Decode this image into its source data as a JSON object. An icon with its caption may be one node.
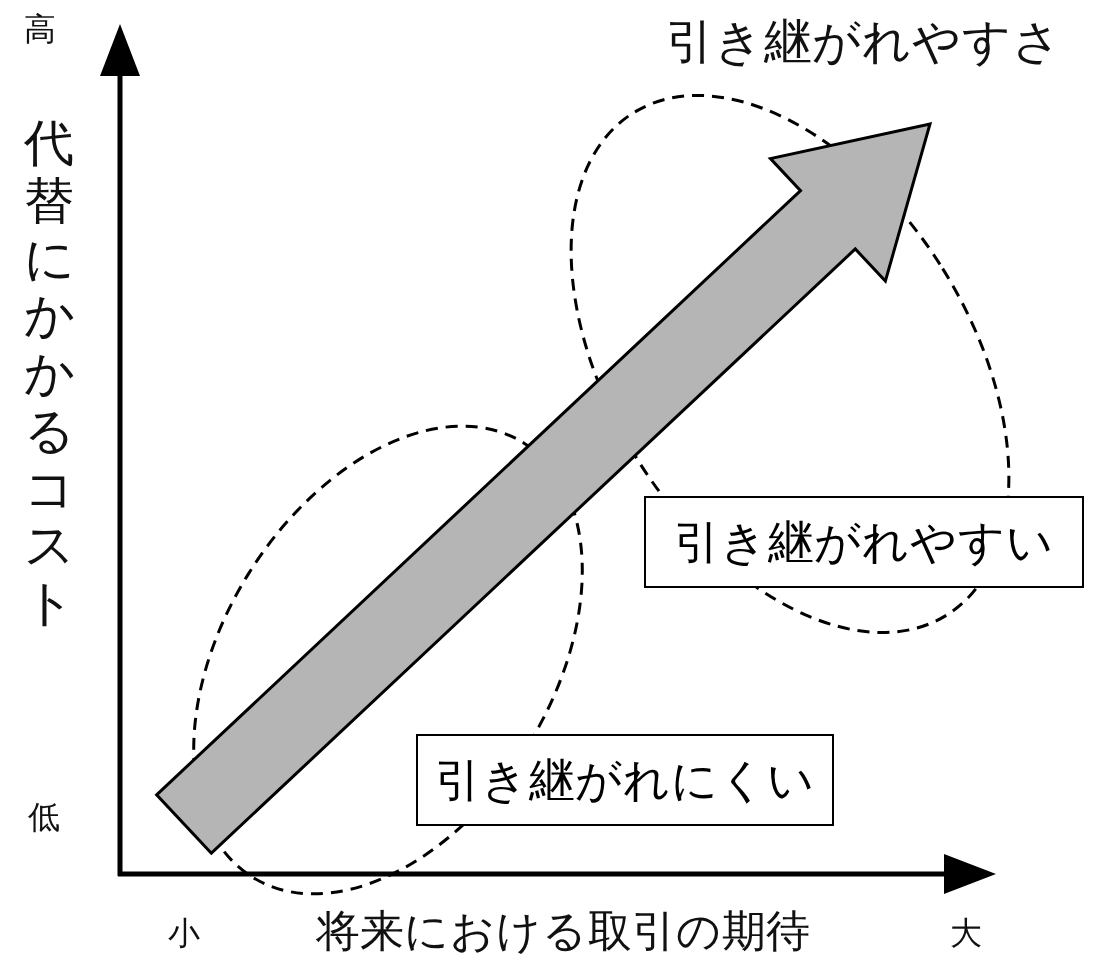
{
  "diagram": {
    "nodes": [
      {
        "text": [
          "引き継がれやすい"
        ]
      },
      {
        "text": [
          "引き継がれにくい"
        ]
      },
      {
        "text": [],
        "shape": "ellipse"
      },
      {
        "text": [],
        "shape": "ellipse"
      }
    ],
    "edges": [
      {
        "from": 3,
        "to": 2,
        "arrow": "to",
        "style": "thick"
      }
    ],
    "labels": [
      "高",
      "代替にかかるコスト",
      "低",
      "小",
      "将来における取引の期待",
      "大",
      "引き継がれやすさ"
    ]
  }
}
